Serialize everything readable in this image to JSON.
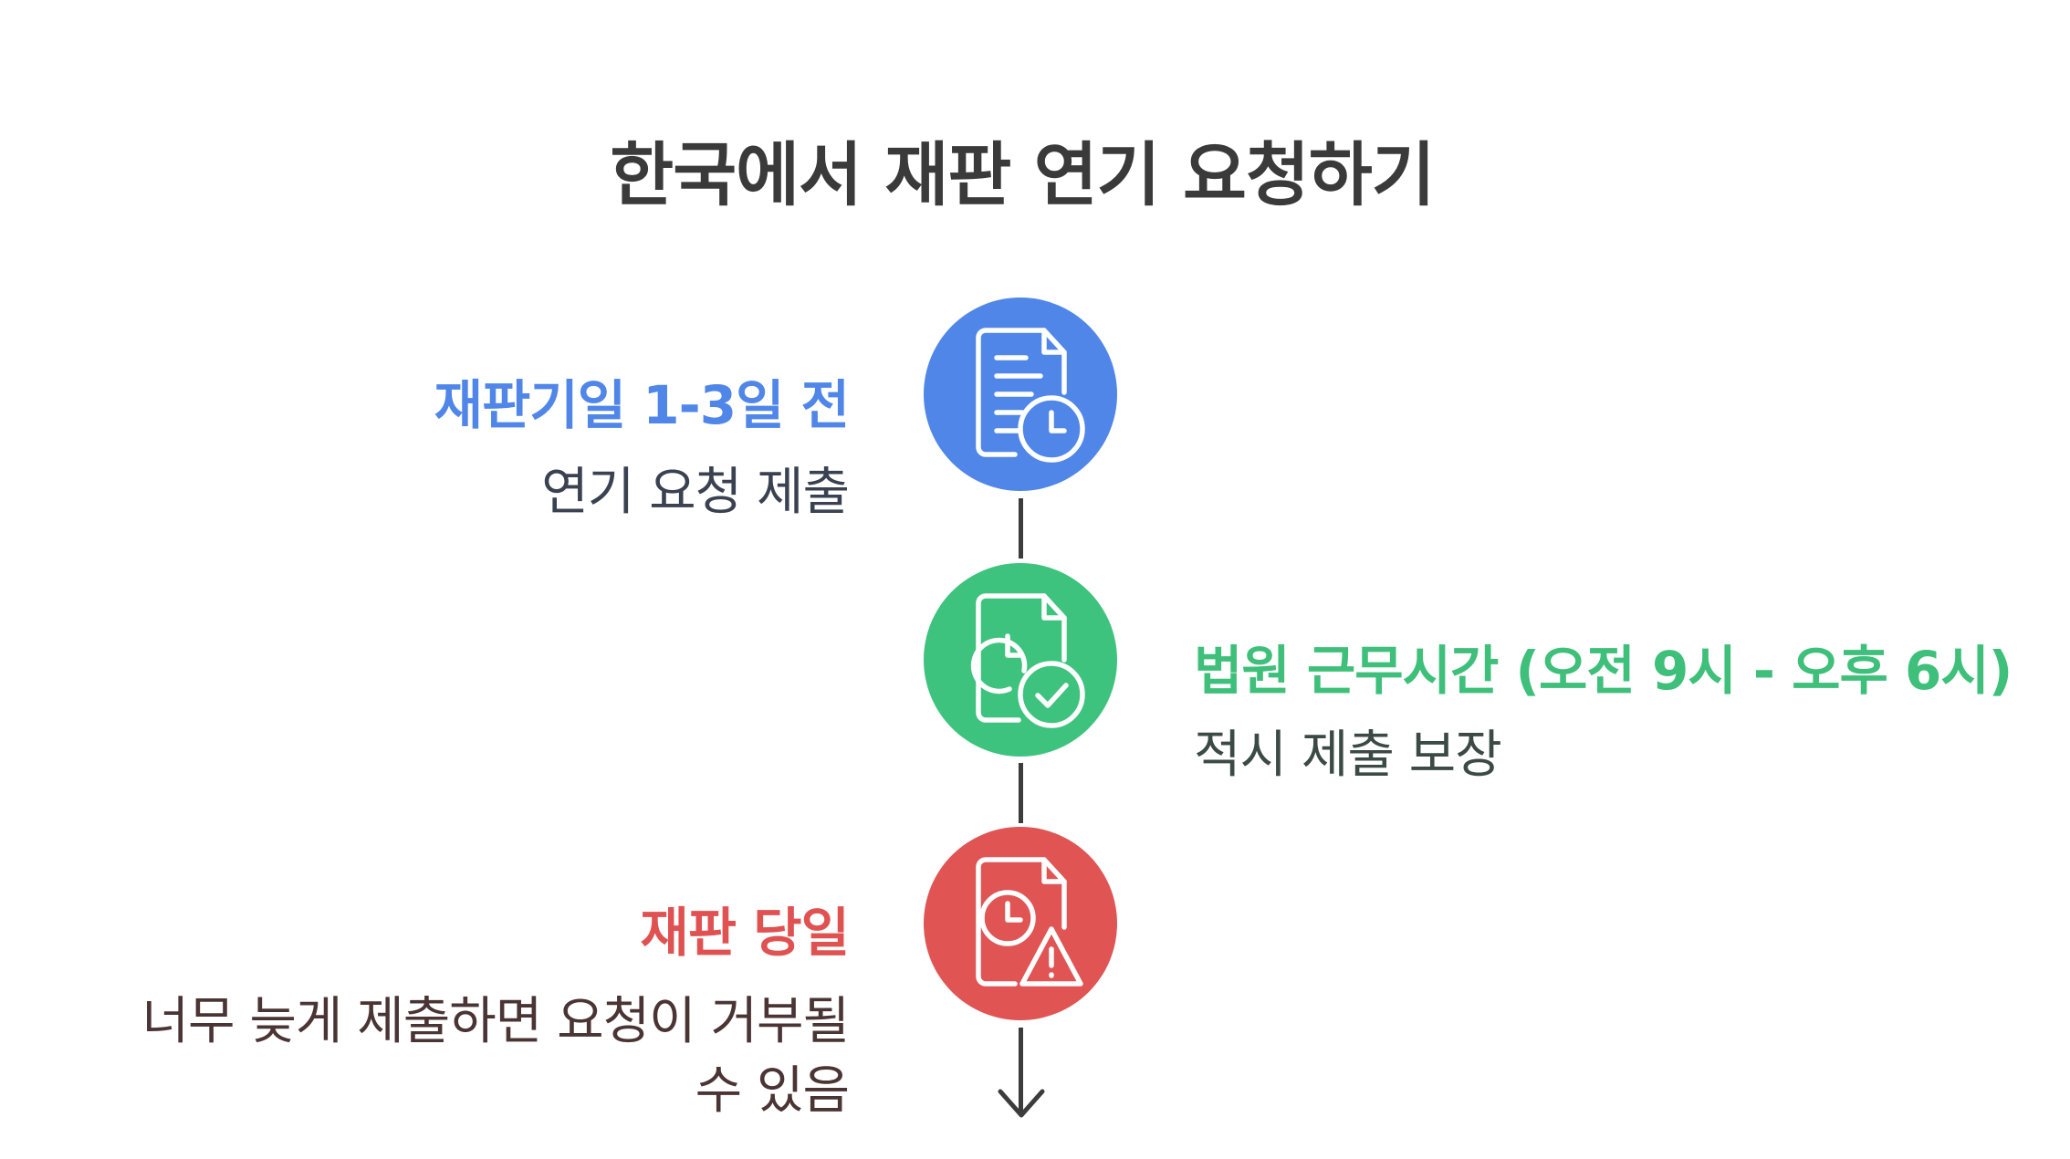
{
  "title": "한국에서 재판 연기 요청하기",
  "steps": [
    {
      "label": "재판기일 1-3일 전",
      "description": [
        "연기 요청 제출"
      ],
      "color": "#4f86e8",
      "icon": "document-clock-icon"
    },
    {
      "label": "법원 근무시간 (오전 9시 - 오후 6시)",
      "description": [
        "적시 제출 보장"
      ],
      "color": "#3ec37e",
      "icon": "document-clock-check-icon"
    },
    {
      "label": "재판 당일",
      "description": [
        "너무 늦게 제출하면 요청이 거부될",
        "수 있음"
      ],
      "color": "#e05454",
      "icon": "document-clock-warning-icon"
    }
  ]
}
